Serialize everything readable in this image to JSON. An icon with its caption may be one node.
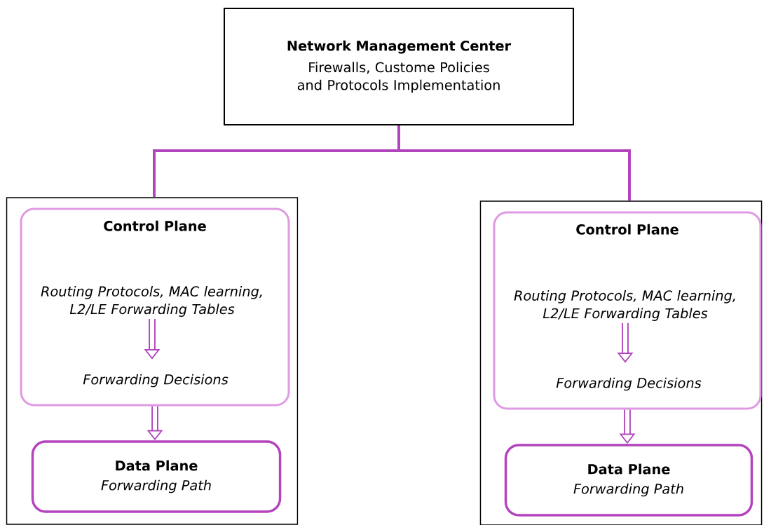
{
  "diagram": {
    "nodes": [
      {
        "text": [
          "Network Management Center",
          "Firewalls, Custome Policies and Protocols Implementation"
        ]
      },
      {
        "text": [],
        "shape": "box"
      },
      {
        "text": [
          "Control Plane"
        ],
        "in": 1
      },
      {
        "text": [
          "Routing Protocols, MAC learning, L2/LE Forwarding Tables"
        ],
        "in": 2
      },
      {
        "text": [
          "Forwarding Decisions"
        ],
        "in": 2
      },
      {
        "text": [
          "Data Plane",
          "Forwarding Path"
        ],
        "in": 1
      },
      {
        "text": [],
        "shape": "box"
      },
      {
        "text": [
          "Control Plane"
        ],
        "in": 6
      },
      {
        "text": [
          "Routing Protocols, MAC learning, L2/LE Forwarding Tables"
        ],
        "in": 7
      },
      {
        "text": [
          "Forwarding Decisions"
        ],
        "in": 7
      },
      {
        "text": [
          "Data Plane",
          "Forwarding Path"
        ],
        "in": 6
      }
    ],
    "edges": [
      {
        "from": 0,
        "to": 1,
        "arrow": "none",
        "color": "#b146bc"
      },
      {
        "from": 0,
        "to": 6,
        "arrow": "none",
        "color": "#b146bc"
      },
      {
        "from": 3,
        "to": 4,
        "arrow": "to",
        "color": "#b146bc"
      },
      {
        "from": 2,
        "to": 5,
        "arrow": "to",
        "color": "#b146bc"
      },
      {
        "from": 8,
        "to": 9,
        "arrow": "to",
        "color": "#b146bc"
      },
      {
        "from": 7,
        "to": 10,
        "arrow": "to",
        "color": "#b146bc"
      }
    ]
  }
}
